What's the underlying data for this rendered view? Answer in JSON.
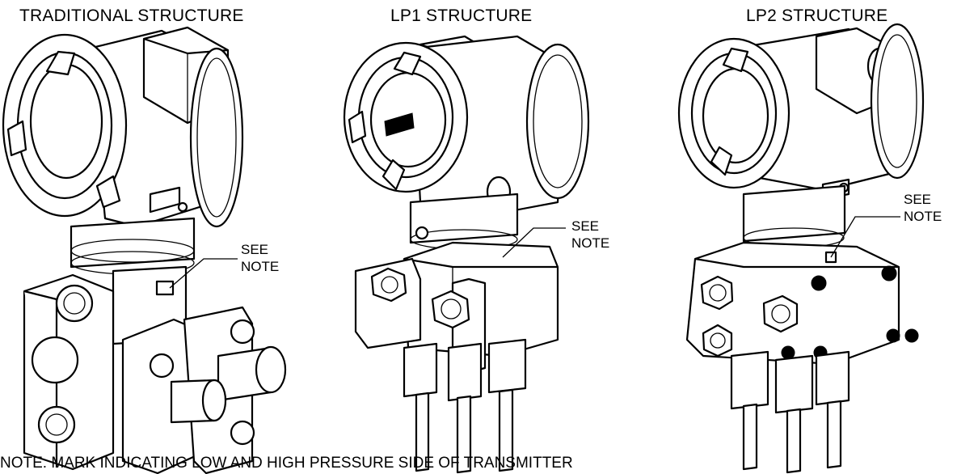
{
  "figures": [
    {
      "title": "TRADITIONAL STRUCTURE",
      "callout": "SEE\nNOTE"
    },
    {
      "title": "LP1 STRUCTURE",
      "callout": "SEE\nNOTE"
    },
    {
      "title": "LP2 STRUCTURE",
      "callout": "SEE\nNOTE"
    }
  ],
  "note": "NOTE: MARK INDICATING LOW AND HIGH PRESSURE SIDE OF TRANSMITTER"
}
